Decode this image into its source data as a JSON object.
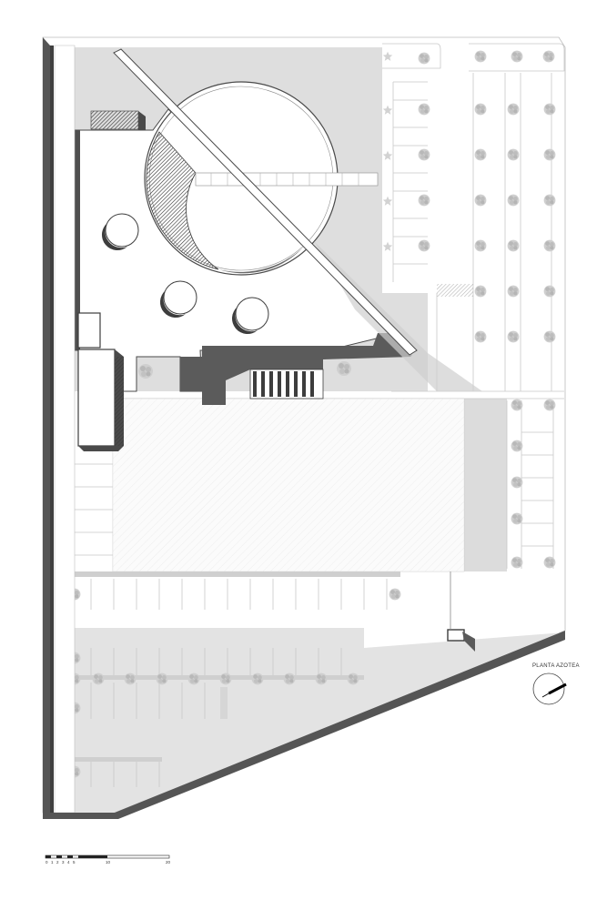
{
  "plan": {
    "title": "PLANTA AZOTEA",
    "scale_labels": [
      "0",
      "1",
      "2",
      "3",
      "4",
      "5",
      "10",
      "20"
    ]
  },
  "colors": {
    "wall": "#5a5a5a",
    "wall_dark": "#3d3d3d",
    "pavement": "#dcdcdc",
    "roof": "#ffffff",
    "line": "#9a9a9a",
    "tree": "#c9c9c9"
  }
}
